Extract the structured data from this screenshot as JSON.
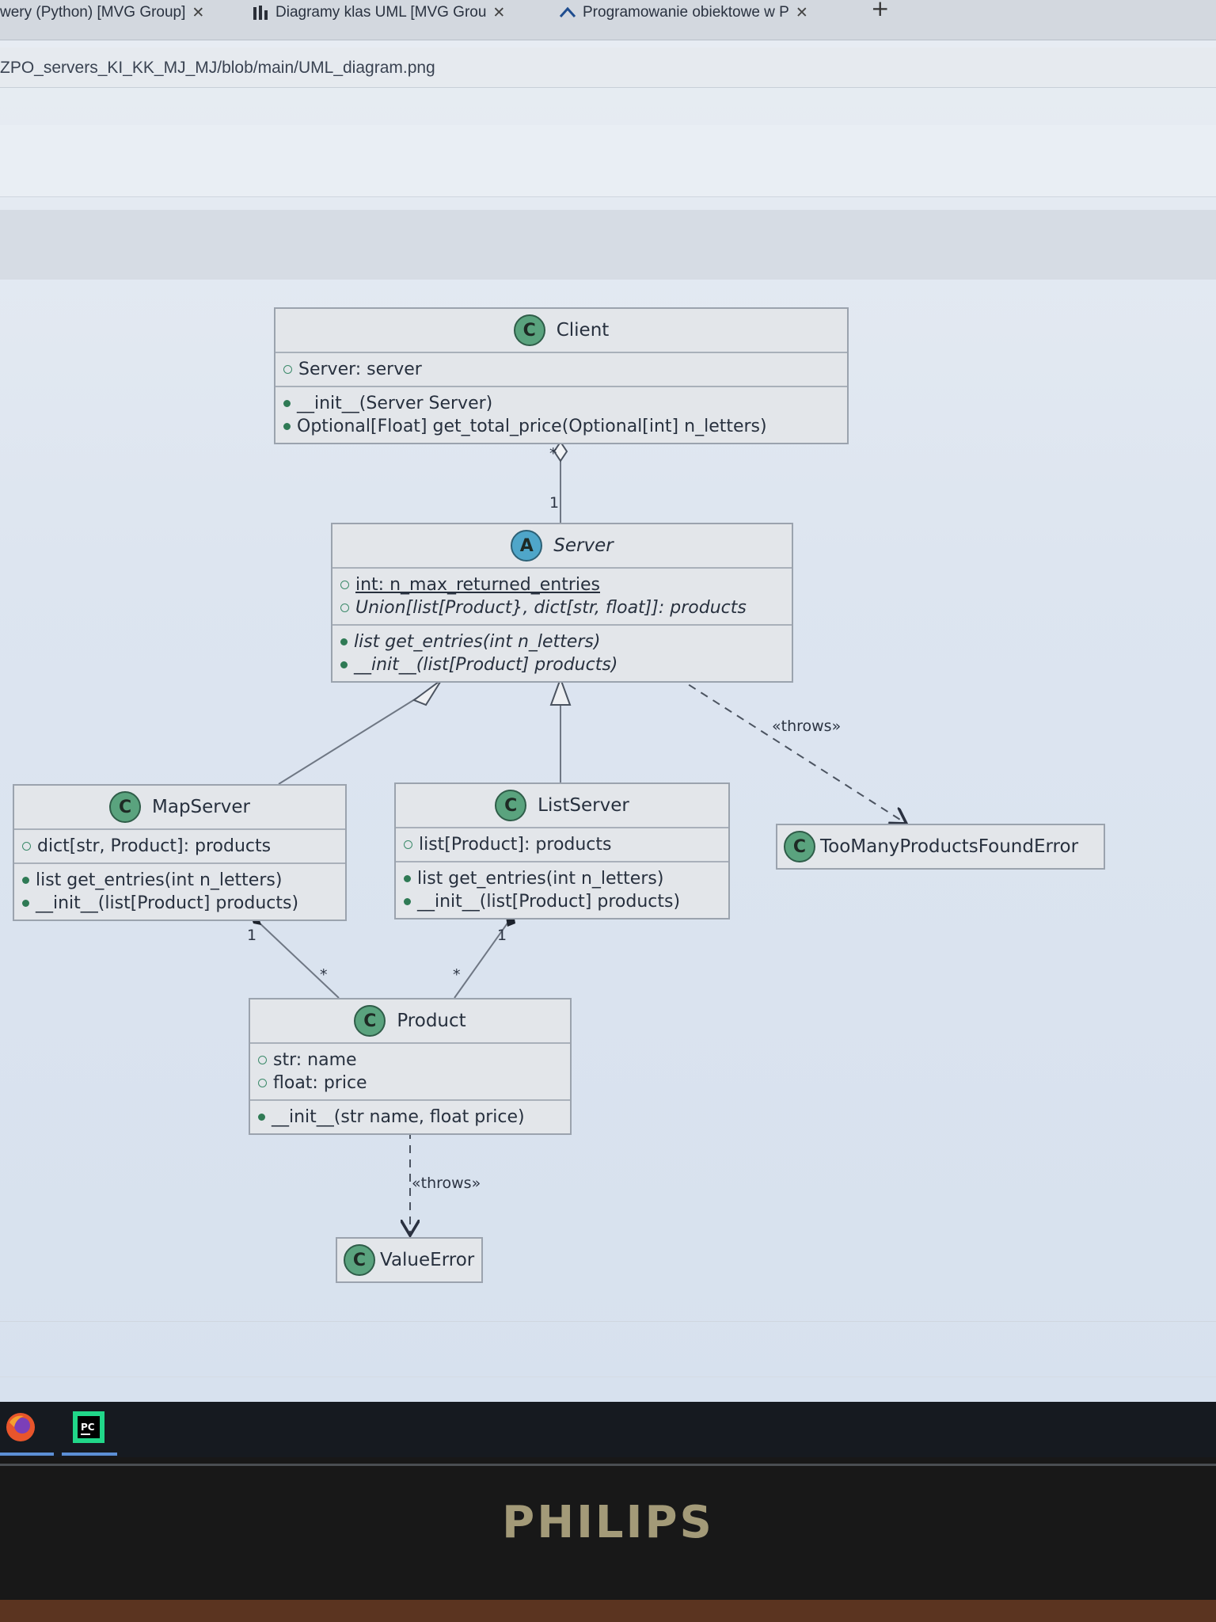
{
  "browser": {
    "tabs": [
      {
        "label": "wery (Python) [MVG Group]"
      },
      {
        "label": "Diagramy klas UML [MVG Grou"
      },
      {
        "label": "Programowanie obiektowe w P"
      }
    ],
    "url": "ZPO_servers_KI_KK_MJ_MJ/blob/main/UML_diagram.png"
  },
  "uml": {
    "client": {
      "name": "Client",
      "stereotype": "C",
      "fields": [
        "Server: server"
      ],
      "methods": [
        "__init__(Server Server)",
        "Optional[Float] get_total_price(Optional[int] n_letters)"
      ]
    },
    "server": {
      "name": "Server",
      "stereotype": "A",
      "fields": [
        "int: n_max_returned_entries",
        "Union[list[Product}, dict[str, float]]: products"
      ],
      "methods": [
        "list get_entries(int n_letters)",
        "__init__(list[Product] products)"
      ]
    },
    "mapserver": {
      "name": "MapServer",
      "stereotype": "C",
      "fields": [
        "dict[str, Product]: products"
      ],
      "methods": [
        "list get_entries(int n_letters)",
        "__init__(list[Product] products)"
      ]
    },
    "listserver": {
      "name": "ListServer",
      "stereotype": "C",
      "fields": [
        "list[Product]: products"
      ],
      "methods": [
        "list get_entries(int n_letters)",
        "__init__(list[Product] products)"
      ]
    },
    "toomany": {
      "name": "TooManyProductsFoundError",
      "stereotype": "C"
    },
    "product": {
      "name": "Product",
      "stereotype": "C",
      "fields": [
        "str: name",
        "float: price"
      ],
      "methods": [
        "__init__(str name, float price)"
      ]
    },
    "valueerror": {
      "name": "ValueError",
      "stereotype": "C"
    },
    "labels": {
      "client_server_mult_star": "*",
      "client_server_mult_one": "1",
      "throws1": "«throws»",
      "map_mult_one": "1",
      "map_mult_star": "*",
      "list_mult_one": "1",
      "list_mult_star": "*",
      "throws2": "«throws»"
    }
  },
  "taskbar": {
    "pycharm_label": "PC"
  },
  "monitor": {
    "brand": "PHILIPS"
  }
}
